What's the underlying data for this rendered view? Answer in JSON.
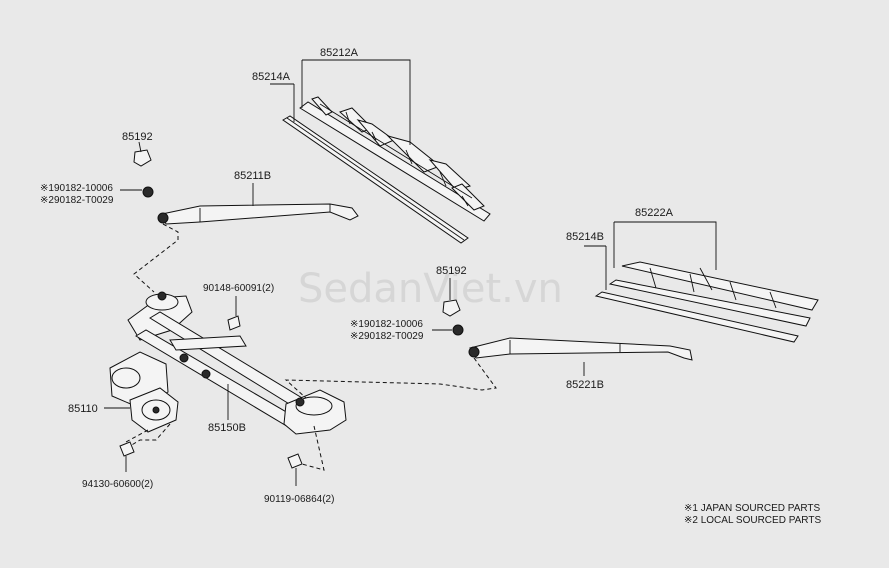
{
  "watermark": "SedanViet.vn",
  "labels": {
    "p85212A": "85212A",
    "p85214A": "85214A",
    "p85192_left": "85192",
    "p90182_10006_left": "※190182-10006",
    "p90182_T0029_left": "※290182-T0029",
    "p85211B": "85211B",
    "p90148": "90148-60091(2)",
    "p85110": "85110",
    "p85150B": "85150B",
    "p94130": "94130-60600(2)",
    "p90119": "90119-06864(2)",
    "p85222A": "85222A",
    "p85214B": "85214B",
    "p85192_right": "85192",
    "p90182_10006_right": "※190182-10006",
    "p90182_T0029_right": "※290182-T0029",
    "p85221B": "85221B"
  },
  "notes": {
    "note1": "※1 JAPAN SOURCED PARTS",
    "note2": "※2 LOCAL SOURCED PARTS"
  }
}
